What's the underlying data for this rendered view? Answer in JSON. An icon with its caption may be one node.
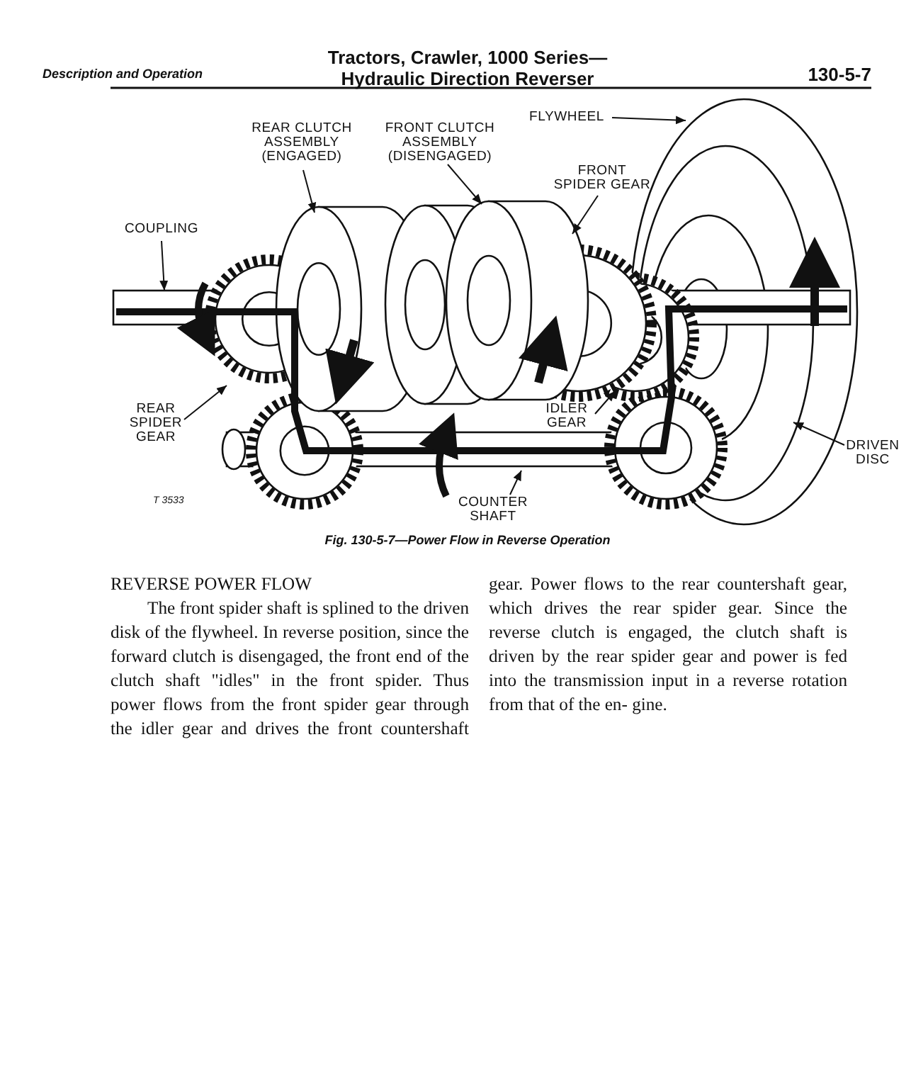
{
  "diagram": {
    "title": "Tractors, Crawler, 1000 Series— Hydraulic Direction Reverser",
    "caption": "Fig. 130-5-7—Power Flow in Reverse Operation",
    "nodes": [
      {
        "text": [
          "REAR CLUTCH ASSEMBLY (ENGAGED)"
        ]
      },
      {
        "text": [
          "FRONT CLUTCH ASSEMBLY (DISENGAGED)"
        ]
      },
      {
        "text": [
          "FLYWHEEL"
        ]
      },
      {
        "text": [
          "FRONT SPIDER GEAR"
        ]
      },
      {
        "text": [
          "COUPLING"
        ]
      },
      {
        "text": [
          "REAR SPIDER GEAR"
        ]
      },
      {
        "text": [
          "IDLER GEAR"
        ]
      },
      {
        "text": [
          "DRIVEN DISC"
        ]
      },
      {
        "text": [
          "COUNTER SHAFT"
        ]
      }
    ],
    "edges": [
      {
        "from": 0,
        "to": null,
        "arrow": "to"
      },
      {
        "from": 1,
        "to": null,
        "arrow": "to"
      },
      {
        "from": 2,
        "to": null,
        "arrow": "to"
      },
      {
        "from": 3,
        "to": null,
        "arrow": "to"
      },
      {
        "from": 4,
        "to": null,
        "arrow": "to"
      },
      {
        "from": 5,
        "to": null,
        "arrow": "to"
      },
      {
        "from": 6,
        "to": null,
        "arrow": "to"
      },
      {
        "from": 7,
        "to": null,
        "arrow": "to"
      },
      {
        "from": 8,
        "to": null,
        "arrow": "to"
      }
    ],
    "labels": [
      "Description and Operation",
      "130-5-7",
      "T 3533",
      "REVERSE POWER FLOW",
      "The front spider shaft is splined to the driven disk of the flywheel. In reverse position, since the forward clutch is disengaged, the front end of the clutch shaft \"idles\" in the front spider. Thus power flows from the front spider gear through the idler gear and drives the front countershaft gear. Power flows to the rear countershaft gear, which drives the rear spider gear. Since the reverse clutch is engaged, the clutch shaft is driven by the rear spider gear and power is fed into the transmission input in a reverse rotation from that of the en- gine."
    ]
  }
}
